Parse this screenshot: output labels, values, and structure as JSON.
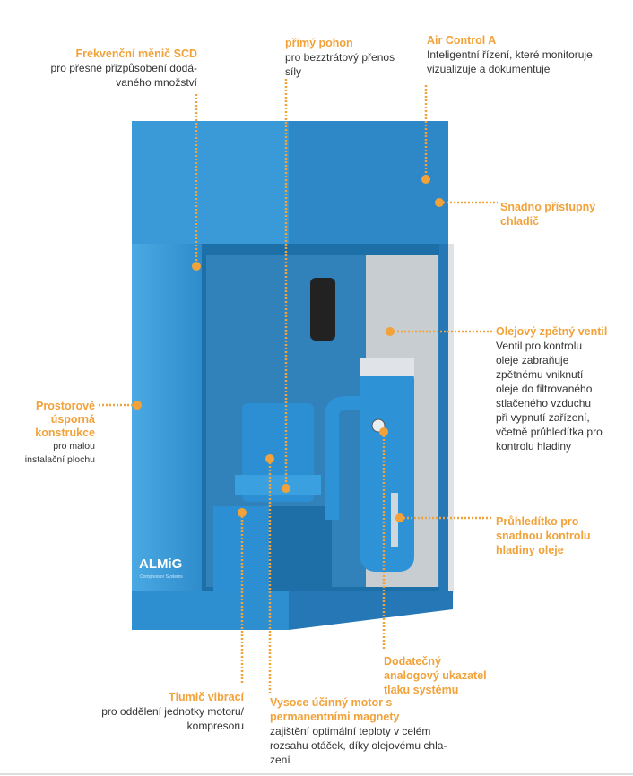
{
  "brand": {
    "logo": "ALMiG",
    "tagline": "Compressor Systems"
  },
  "callouts": [
    {
      "title": "Frekvenční měnič SCD",
      "lines": [
        "pro přesné přizpůsobení dodá-",
        "vaného množství"
      ]
    },
    {
      "title": "přímý pohon",
      "lines": [
        "pro bezztrátový přenos",
        "síly"
      ]
    },
    {
      "title": "Air Control A",
      "lines": [
        "Inteligentní řízení, které monitoruje,",
        "vizualizuje a dokumentuje"
      ]
    },
    {
      "title": "Snadno přístupný chladič",
      "lines": []
    },
    {
      "title": "Olejový zpětný ventil",
      "lines": [
        "Ventil pro kontrolu",
        "oleje zabraňuje",
        "zpětnému vniknutí",
        "oleje do filtrovaného",
        "stlačeného vzduchu",
        "při vypnutí zařízení,",
        "včetně průhledítka pro",
        "kontrolu hladiny"
      ]
    },
    {
      "title": "Prostorově úsporná konstrukce",
      "lines": [
        "pro  malou",
        "instalační plochu"
      ]
    },
    {
      "title": "Průhledítko pro snadnou kontrolu hladiny oleje",
      "lines": []
    },
    {
      "title": "Dodatečný analogový ukazatel tlaku systému",
      "lines": []
    },
    {
      "title": "Tlumič vibrací",
      "lines": [
        "pro oddělení jednotky motoru/",
        "kompresoru"
      ]
    },
    {
      "title": "Vysoce účinný motor s permanentními magnety",
      "lines": [
        "zajištění optimální teploty v celém",
        "rozsahu otáček, díky olejovému chla-",
        "zení"
      ]
    }
  ],
  "colors": {
    "accent": "#f2a23a",
    "machine": "#2b8fd0"
  }
}
